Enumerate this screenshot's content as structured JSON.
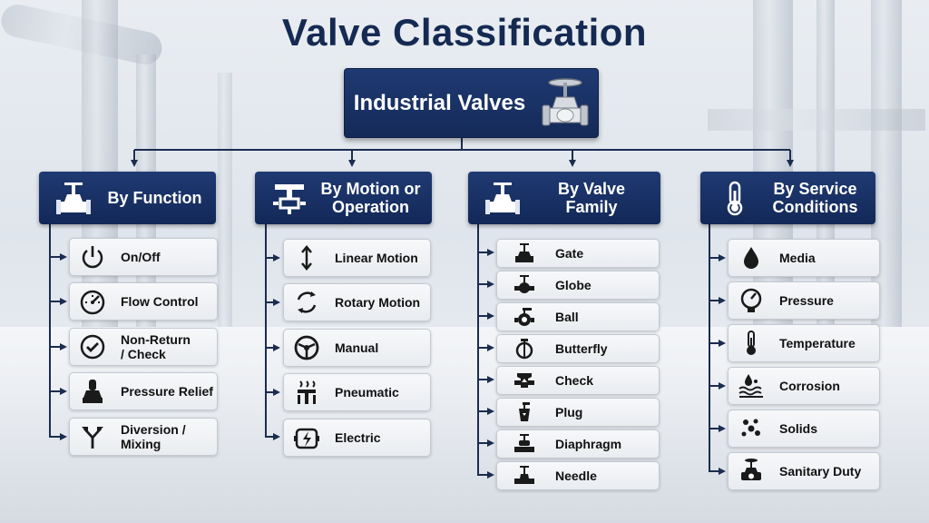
{
  "title": "Valve Classification",
  "root": {
    "label": "Industrial Valves",
    "icon": "gate-valve-icon"
  },
  "categories": [
    {
      "label": "By Function",
      "icon": "valve-icon",
      "items": [
        {
          "label": "On/Off",
          "icon": "power-icon"
        },
        {
          "label": "Flow Control",
          "icon": "gauge-icon"
        },
        {
          "label": "Non-Return / Check",
          "icon": "check-circle-icon"
        },
        {
          "label": "Pressure Relief",
          "icon": "relief-valve-icon"
        },
        {
          "label": "Diversion / Mixing",
          "icon": "split-arrow-icon"
        }
      ]
    },
    {
      "label": "By Motion or Operation",
      "icon": "actuator-icon",
      "items": [
        {
          "label": "Linear Motion",
          "icon": "vertical-arrow-icon"
        },
        {
          "label": "Rotary Motion",
          "icon": "rotate-icon"
        },
        {
          "label": "Manual",
          "icon": "handwheel-icon"
        },
        {
          "label": "Pneumatic",
          "icon": "pneumatic-icon"
        },
        {
          "label": "Electric",
          "icon": "electric-actuator-icon"
        }
      ]
    },
    {
      "label": "By Valve Family",
      "icon": "valve-icon",
      "items": [
        {
          "label": "Gate",
          "icon": "gate-icon"
        },
        {
          "label": "Globe",
          "icon": "globe-valve-icon"
        },
        {
          "label": "Ball",
          "icon": "ball-valve-icon"
        },
        {
          "label": "Butterfly",
          "icon": "butterfly-valve-icon"
        },
        {
          "label": "Check",
          "icon": "check-valve-icon"
        },
        {
          "label": "Plug",
          "icon": "plug-valve-icon"
        },
        {
          "label": "Diaphragm",
          "icon": "diaphragm-valve-icon"
        },
        {
          "label": "Needle",
          "icon": "needle-valve-icon"
        }
      ]
    },
    {
      "label": "By Service Conditions",
      "icon": "thermometer-icon",
      "items": [
        {
          "label": "Media",
          "icon": "droplet-icon"
        },
        {
          "label": "Pressure",
          "icon": "pressure-gauge-icon"
        },
        {
          "label": "Temperature",
          "icon": "thermometer-icon"
        },
        {
          "label": "Corrosion",
          "icon": "corrosion-icon"
        },
        {
          "label": "Solids",
          "icon": "particles-icon"
        },
        {
          "label": "Sanitary Duty",
          "icon": "sanitary-valve-icon"
        }
      ]
    }
  ],
  "colors": {
    "navy": "#152a52",
    "box_navy": "#1a3367",
    "line": "#1b2c50"
  }
}
